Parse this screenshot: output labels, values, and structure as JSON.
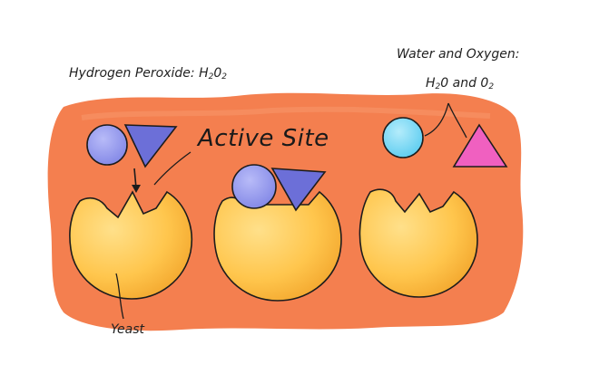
{
  "labels": {
    "substrate_prefix": "Hydrogen Peroxide: H",
    "substrate_sub1": "2",
    "substrate_mid": "0",
    "substrate_sub2": "2",
    "products_title": "Water and Oxygen:",
    "products_formula_a": "H",
    "products_formula_a_sub": "2",
    "products_formula_b": "0 and 0",
    "products_formula_b_sub": "2",
    "active_site": "Active Site",
    "enzyme": "Yeast"
  },
  "colors": {
    "background_blob": "#f47f4f",
    "enzyme_fill": "#ffc64d",
    "enzyme_shade": "#f0a830",
    "substrate_circle": "#9a9ef0",
    "substrate_triangle": "#6c6fd8",
    "water_circle": "#80dcf5",
    "oxygen_triangle": "#f060c0",
    "outline": "#1c1c1c"
  }
}
